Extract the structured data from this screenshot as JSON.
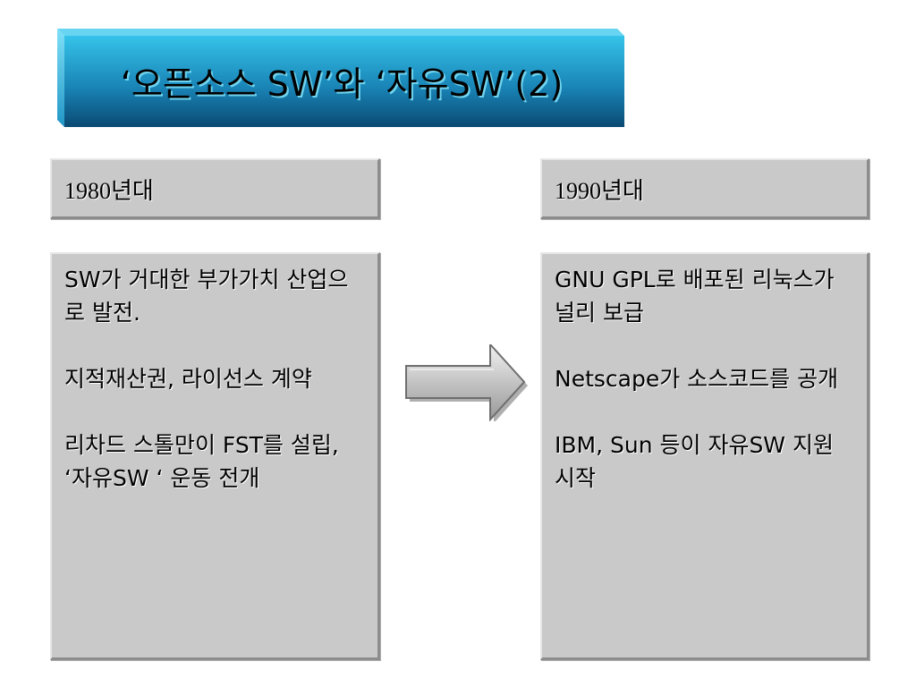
{
  "title": "‘오픈소스 SW’와 ‘자유SW’(2)",
  "left": {
    "heading": "1980년대",
    "items": [
      "SW가 거대한 부가가치 산업으로 발전.",
      "지적재산권, 라이선스 계약",
      "리차드 스톨만이 FST를 설립, ‘자유SW ‘ 운동 전개"
    ]
  },
  "right": {
    "heading": "1990년대",
    "items": [
      "GNU GPL로 배포된 리눅스가 널리 보급",
      "Netscape가 소스코드를 공개",
      "IBM, Sun 등이 자유SW 지원 시작"
    ]
  },
  "colors": {
    "banner_top": "#2ab4dd",
    "banner_bottom": "#0a4e78",
    "box_fill": "#c9c9c9",
    "arrow_fill": "#c8c8c8"
  },
  "icons": {
    "transition": "right-arrow-icon"
  }
}
